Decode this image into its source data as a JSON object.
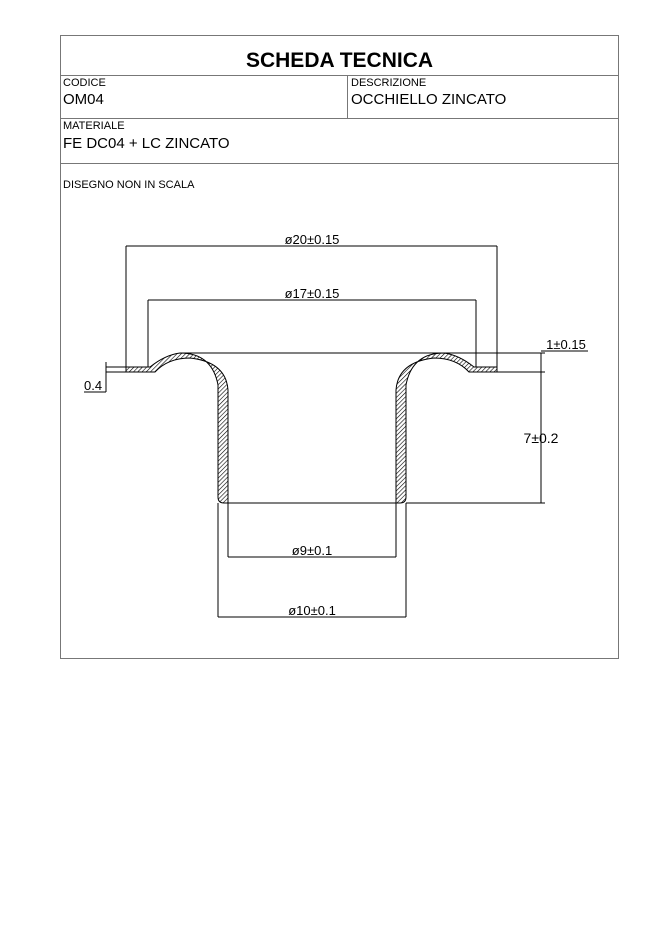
{
  "header": {
    "title": "SCHEDA TECNICA"
  },
  "fields": {
    "codice_label": "CODICE",
    "codice_value": "OM04",
    "descrizione_label": "DESCRIZIONE",
    "descrizione_value": "OCCHIELLO ZINCATO",
    "materiale_label": "MATERIALE",
    "materiale_value": "FE DC04 + LC ZINCATO"
  },
  "drawing": {
    "note": "DISEGNO NON IN SCALA",
    "dimensions": {
      "outer_flange_diameter": "ø20±0.15",
      "inner_flange_diameter": "ø17±0.15",
      "flange_height": "1±0.15",
      "thickness": "0.4",
      "height": "7±0.2",
      "inner_diameter": "ø9±0.1",
      "outer_diameter": "ø10±0.1"
    }
  }
}
